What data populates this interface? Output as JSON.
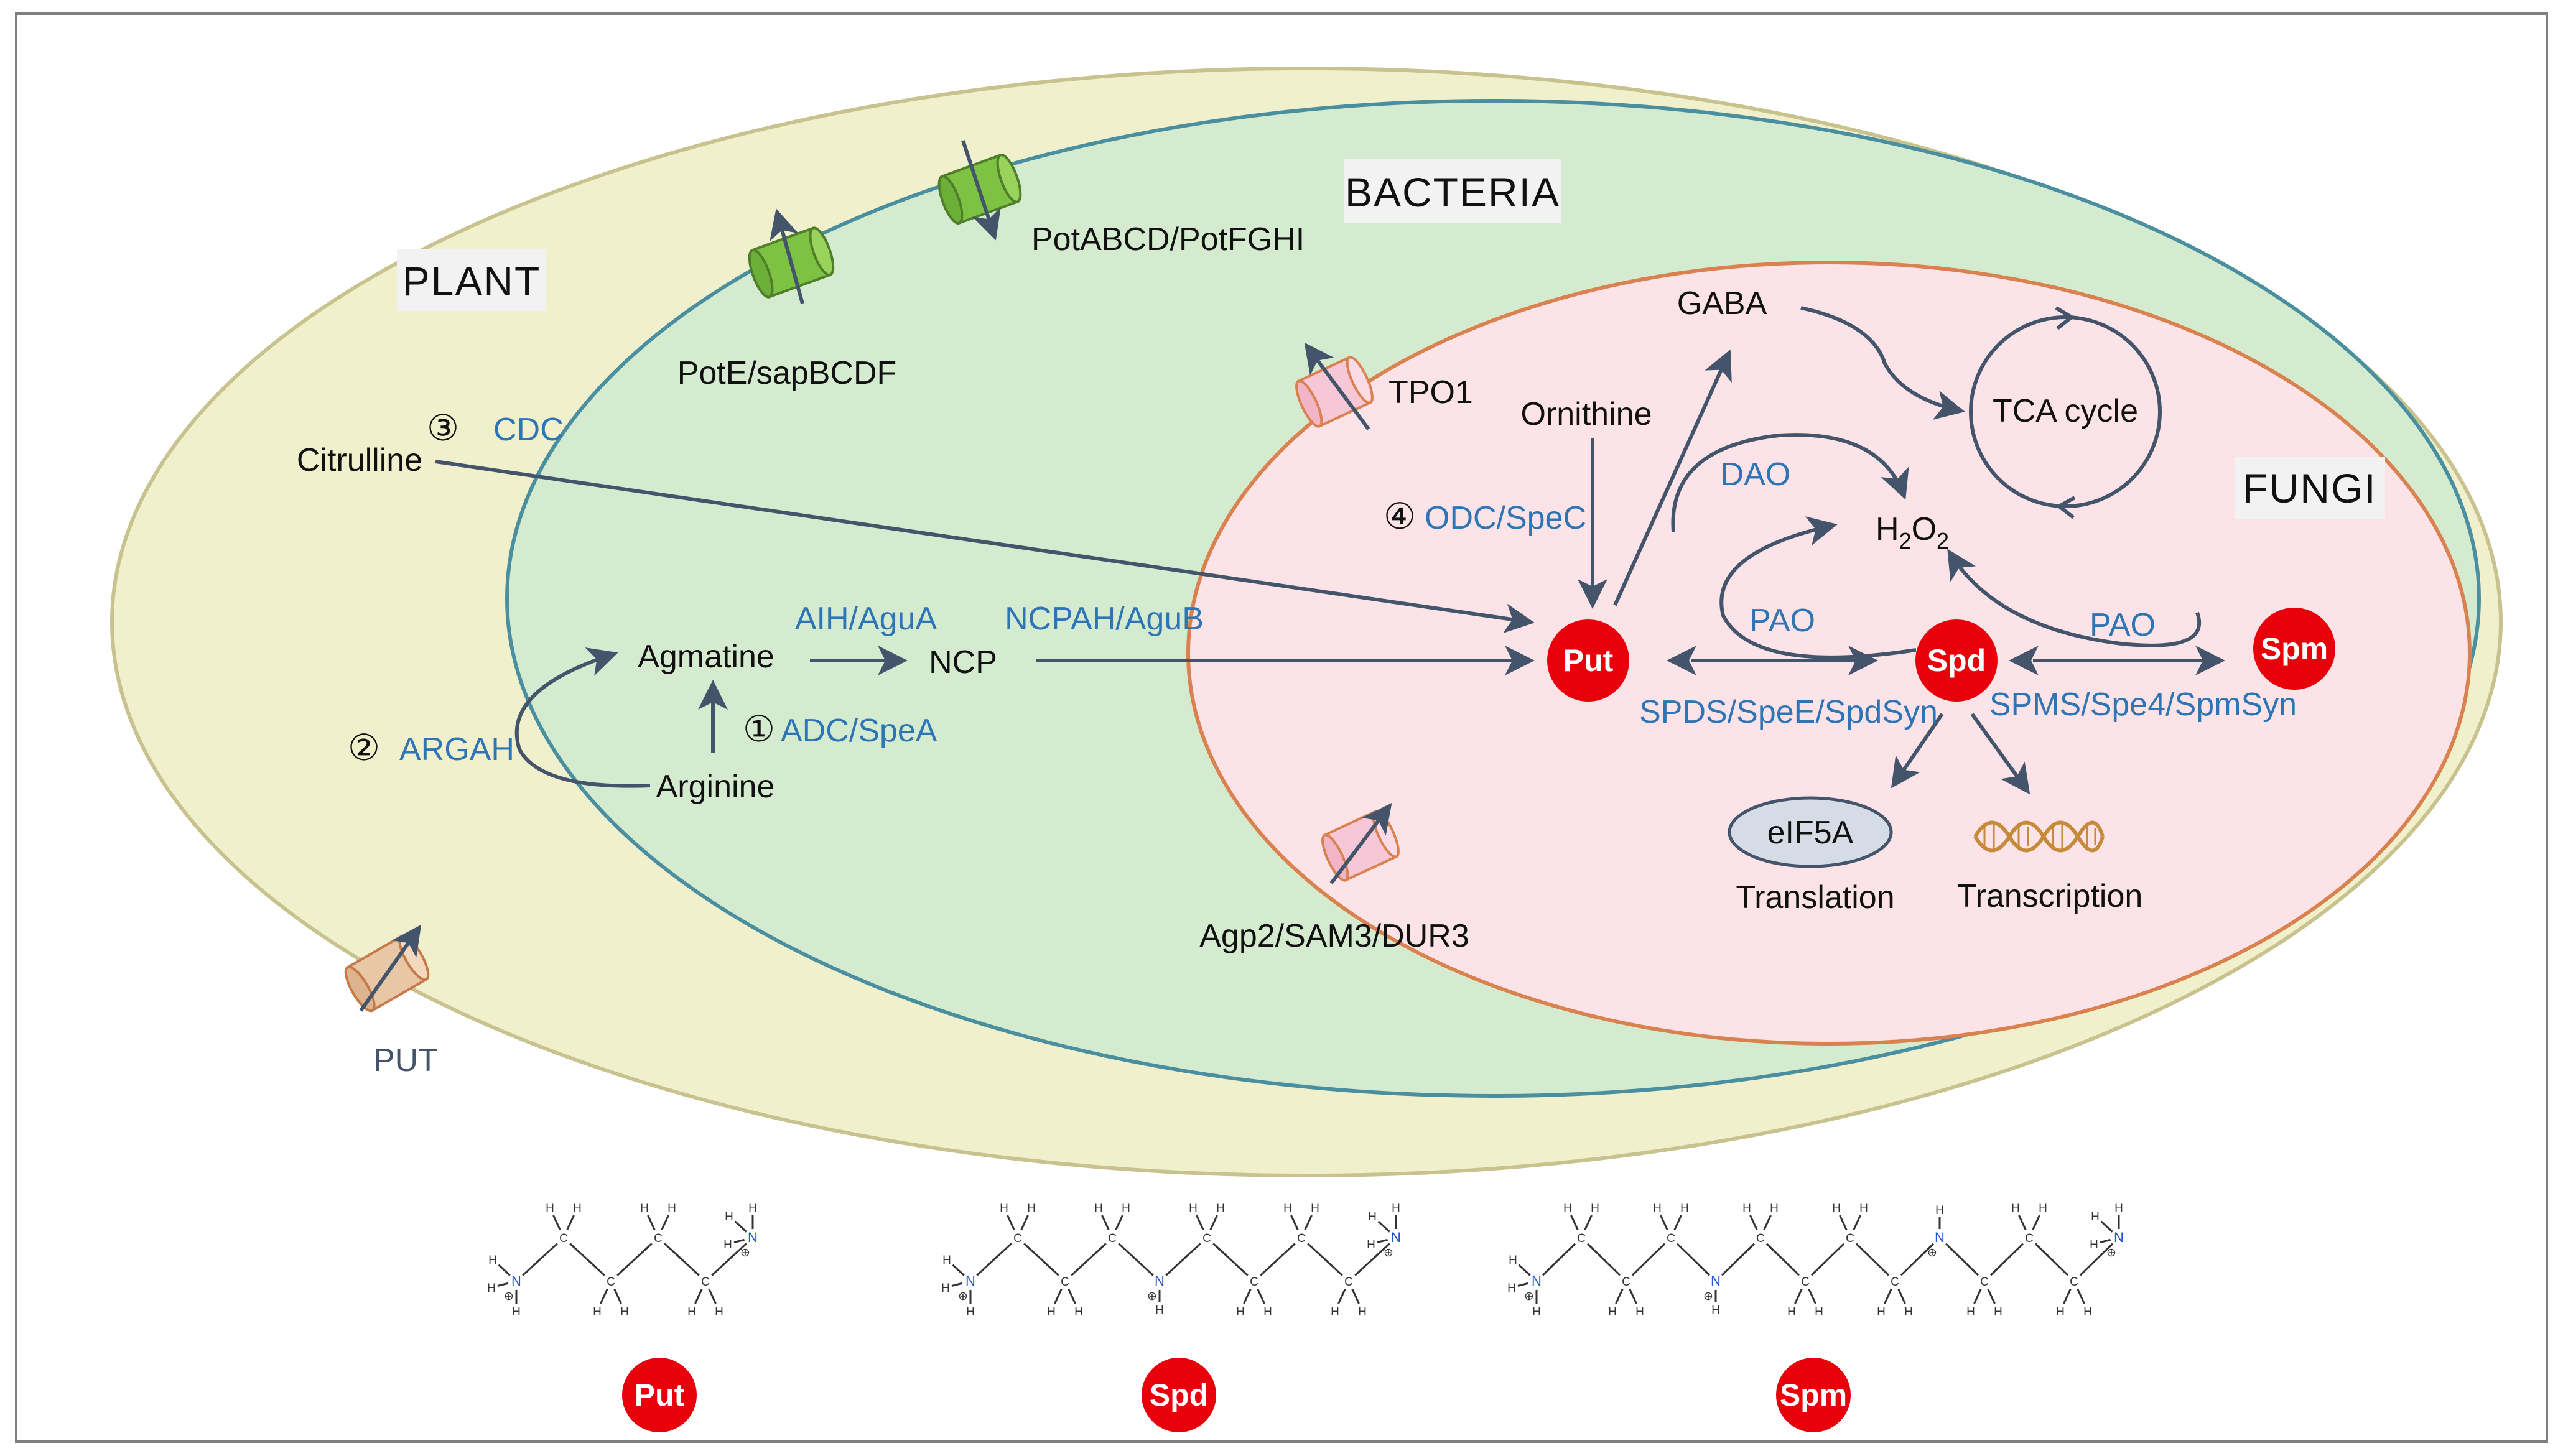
{
  "compartments": {
    "plant": "PLANT",
    "bacteria": "BACTERIA",
    "fungi": "FUNGI"
  },
  "transporters": {
    "pot_e": "PotE/sapBCDF",
    "pot_abcd": "PotABCD/PotFGHI",
    "tpo1": "TPO1",
    "agp2": "Agp2/SAM3/DUR3",
    "put": "PUT"
  },
  "metabolites": {
    "citrulline": "Citrulline",
    "agmatine": "Agmatine",
    "arginine": "Arginine",
    "ncp": "NCP",
    "ornithine": "Ornithine",
    "gaba": "GABA",
    "tca": "TCA cycle",
    "h2o2_main": "H",
    "h2o2_sub1": "2",
    "h2o2_mid": "O",
    "h2o2_sub2": "2",
    "eif5a": "eIF5A",
    "translation": "Translation",
    "transcription": "Transcription"
  },
  "enzymes": {
    "cdc_num": "③",
    "cdc": "CDC",
    "argah_num": "②",
    "argah": "ARGAH",
    "adc_num": "①",
    "adc": "ADC/SpeA",
    "aih": "AIH/AguA",
    "ncpah": "NCPAH/AguB",
    "odc_num": "④",
    "odc": "ODC/SpeC",
    "dao": "DAO",
    "pao1": "PAO",
    "pao2": "PAO",
    "spds": "SPDS/SpeE/SpdSyn",
    "spms": "SPMS/Spe4/SpmSyn"
  },
  "polyamines": {
    "put": "Put",
    "spd": "Spd",
    "spm": "Spm"
  },
  "structure_labels": {
    "put": "Put",
    "spd": "Spd",
    "spm": "Spm"
  },
  "atoms": {
    "h": "H",
    "c": "C",
    "n": "N",
    "plus": "⊕"
  },
  "colors": {
    "plant_fill": "#F1F0CC",
    "plant_stroke": "#C8C38E",
    "bacteria_fill": "#D5EBCF",
    "bacteria_stroke": "#4A8FA0",
    "fungi_fill": "#FBE3E8",
    "fungi_stroke": "#D9824F",
    "arrow": "#44546A",
    "enzyme_text": "#2E75B6",
    "node_red": "#E8000B"
  }
}
